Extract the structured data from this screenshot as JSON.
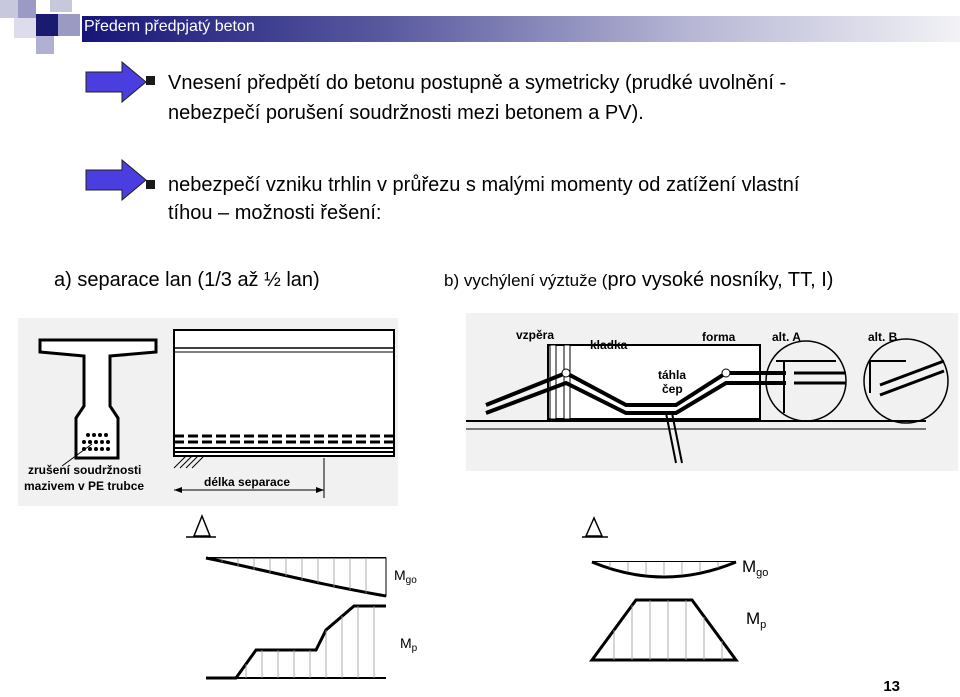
{
  "header": {
    "title": "Předem předpjatý beton"
  },
  "bullets": [
    {
      "line1": "Vnesení předpětí do betonu postupně a symetricky (prudké uvolnění -",
      "line2": "nebezpečí porušení soudržnosti mezi betonem a PV)."
    },
    {
      "line1": "nebezpečí vzniku trhlin v průřezu s malými momenty od zatížení vlastní",
      "line2": "tíhou – možnosti řešení:"
    }
  ],
  "options": {
    "a": "a) separace lan (1/3 až ½ lan)",
    "b_prefix": "b) vychýlení výztuže (",
    "b_suffix": "pro vysoké nosníky, TT, I)"
  },
  "figure_a": {
    "label_line1": "zrušení soudržnosti",
    "label_line2": "mazivem v PE trubce",
    "separation_label": "délka separace",
    "mgo": "M",
    "mgo_sub": "go",
    "mp": "M",
    "mp_sub": "p"
  },
  "figure_b": {
    "strut": "vzpěra",
    "pulley": "kladka",
    "form": "forma",
    "alt_a": "alt. A",
    "alt_b": "alt. B",
    "tie": "táhla",
    "pin": "čep",
    "mgo": "M",
    "mgo_sub": "go",
    "mp": "M",
    "mp_sub": "p"
  },
  "page_number": "13",
  "colors": {
    "title_bar_dark": "#16167a",
    "arrow_fill": "#4a3ee0",
    "bullet_square": "#1a1a1a"
  }
}
